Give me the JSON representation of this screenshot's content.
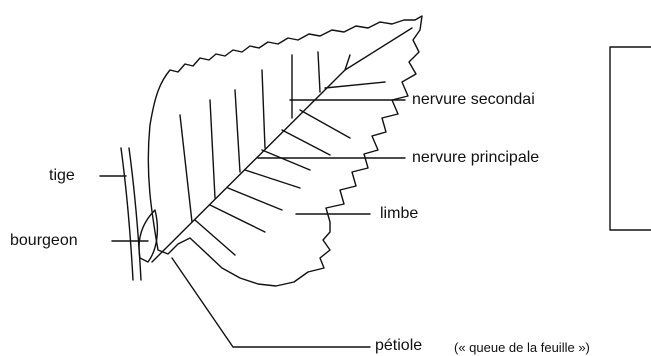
{
  "labels": {
    "tige": "tige",
    "bourgeon": "bourgeon",
    "nervure_secondaire": "nervure secondai",
    "nervure_principale": "nervure principale",
    "limbe": "limbe",
    "petiole": "pétiole",
    "petiole_note": "(« queue de la feuille »)"
  },
  "colors": {
    "ink": "#111111",
    "background": "#ffffff"
  }
}
